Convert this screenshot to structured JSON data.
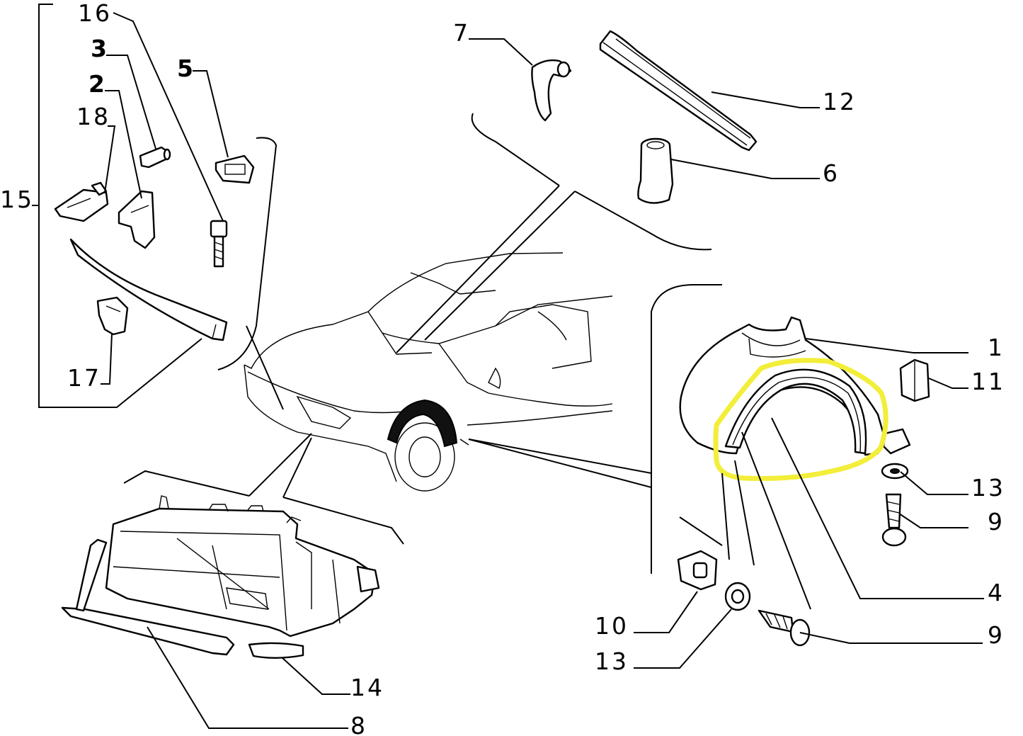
{
  "diagram": {
    "callouts": [
      {
        "id": "c16",
        "text": "16"
      },
      {
        "id": "c3",
        "text": "3"
      },
      {
        "id": "c5",
        "text": "5"
      },
      {
        "id": "c2",
        "text": "2"
      },
      {
        "id": "c18",
        "text": "18"
      },
      {
        "id": "c15",
        "text": "15"
      },
      {
        "id": "c17",
        "text": "17"
      },
      {
        "id": "c7",
        "text": "7"
      },
      {
        "id": "c12",
        "text": "12"
      },
      {
        "id": "c6",
        "text": "6"
      },
      {
        "id": "c1",
        "text": "1"
      },
      {
        "id": "c11",
        "text": "11"
      },
      {
        "id": "c13a",
        "text": "13"
      },
      {
        "id": "c9a",
        "text": "9"
      },
      {
        "id": "c4",
        "text": "4"
      },
      {
        "id": "c9b",
        "text": "9"
      },
      {
        "id": "c10",
        "text": "10"
      },
      {
        "id": "c13b",
        "text": "13"
      },
      {
        "id": "c14",
        "text": "14"
      },
      {
        "id": "c8",
        "text": "8"
      }
    ],
    "highlight_color": "#f2ee3a",
    "line_color": "#000000"
  }
}
